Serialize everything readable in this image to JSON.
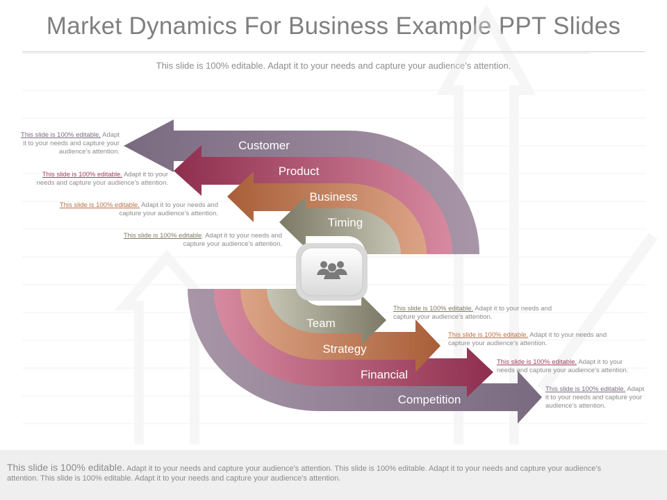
{
  "title": "Market Dynamics For Business Example PPT Slides",
  "subtitle": "This slide is 100% editable. Adapt it to your needs and capture your audience’s attention.",
  "icon": "team-people-icon",
  "colors": {
    "customer": "#8c7a90",
    "product": "#a0405e",
    "business": "#b6704a",
    "timing": "#8c8a76",
    "team": "#8c8a76",
    "strategy": "#b6704a",
    "financial": "#a0405e",
    "competition": "#8c7a90"
  },
  "top_items": [
    {
      "label": "Customer",
      "link": "This slide is 100% editable.",
      "text1": " Adapt",
      "text2": "it to your needs and capture your",
      "text3": "audience’s attention."
    },
    {
      "label": "Product",
      "link": "This slide is 100% editable.",
      "text1": " Adapt it to your",
      "text2": "needs and capture your audience’s attention."
    },
    {
      "label": "Business",
      "link": "This slide is 100% editable.",
      "text1": " Adapt it to your needs and",
      "text2": "capture your audience’s attention."
    },
    {
      "label": "Timing",
      "link": "This slide is 100% editable",
      "text1": ". Adapt it to your needs and",
      "text2": "capture your audience’s attention."
    }
  ],
  "bottom_items": [
    {
      "label": "Team",
      "link": "This slide is 100% editable.",
      "text1": " Adapt it to your needs and",
      "text2": "capture your audience’s attention."
    },
    {
      "label": "Strategy",
      "link": "This slide is 100% editable.",
      "text1": " Adapt it to your needs and",
      "text2": "capture your audience’s attention."
    },
    {
      "label": "Financial",
      "link": "This slide is 100% editable.",
      "text1": " Adapt it to your",
      "text2": "needs and capture your audience’s attention."
    },
    {
      "label": "Competition",
      "link": "This slide is 100% editable.",
      "text1": " Adapt",
      "text2": "it to your needs and capture your",
      "text3": "audience’s attention."
    }
  ],
  "footer": {
    "lead": "This slide is 100% editable.",
    "rest": " Adapt it to your needs and capture your audience’s attention. This slide is 100% editable. Adapt it to your needs and capture your audience’s attention. This slide is 100% editable. Adapt it to your needs and capture your audience’s attention."
  }
}
